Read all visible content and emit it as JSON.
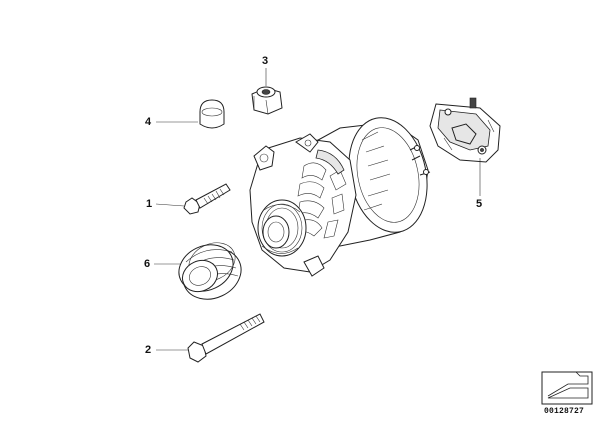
{
  "callouts": {
    "c1": "1",
    "c2": "2",
    "c3": "3",
    "c4": "4",
    "c5": "5",
    "c6": "6"
  },
  "diagram_id": "00128727",
  "icons": {
    "nav_icon": "arrow-page-icon"
  }
}
